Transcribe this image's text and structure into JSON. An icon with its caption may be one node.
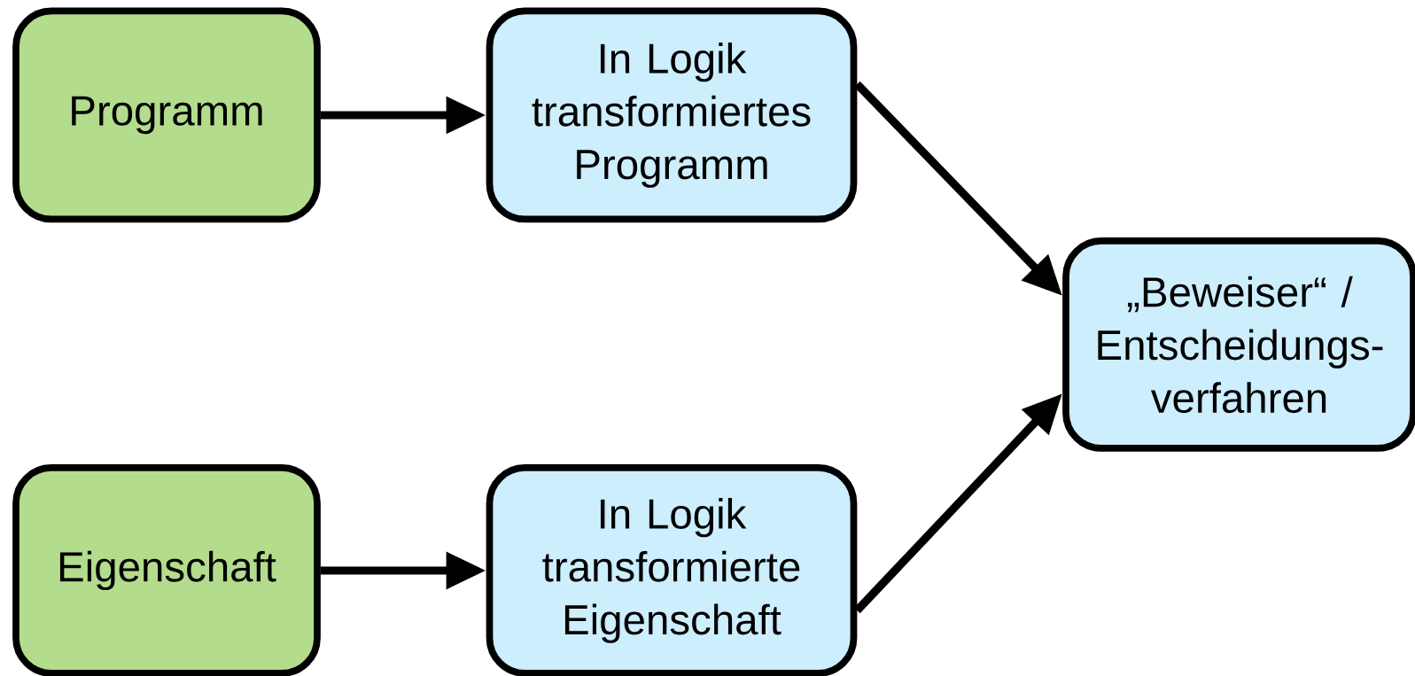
{
  "diagram": {
    "nodes": [
      {
        "text": [
          "Programm"
        ]
      },
      {
        "text": [
          "In Logik transformiertes Programm"
        ]
      },
      {
        "text": [
          "„Beweiser“ / Entscheidungs- verfahren"
        ]
      },
      {
        "text": [
          "Eigenschaft"
        ]
      },
      {
        "text": [
          "In Logik transformierte Eigenschaft"
        ]
      }
    ],
    "edges": [
      {
        "from": 0,
        "to": 1,
        "arrow": "to"
      },
      {
        "from": 1,
        "to": 2,
        "arrow": "to"
      },
      {
        "from": 3,
        "to": 4,
        "arrow": "to"
      },
      {
        "from": 4,
        "to": 2,
        "arrow": "to"
      }
    ]
  }
}
